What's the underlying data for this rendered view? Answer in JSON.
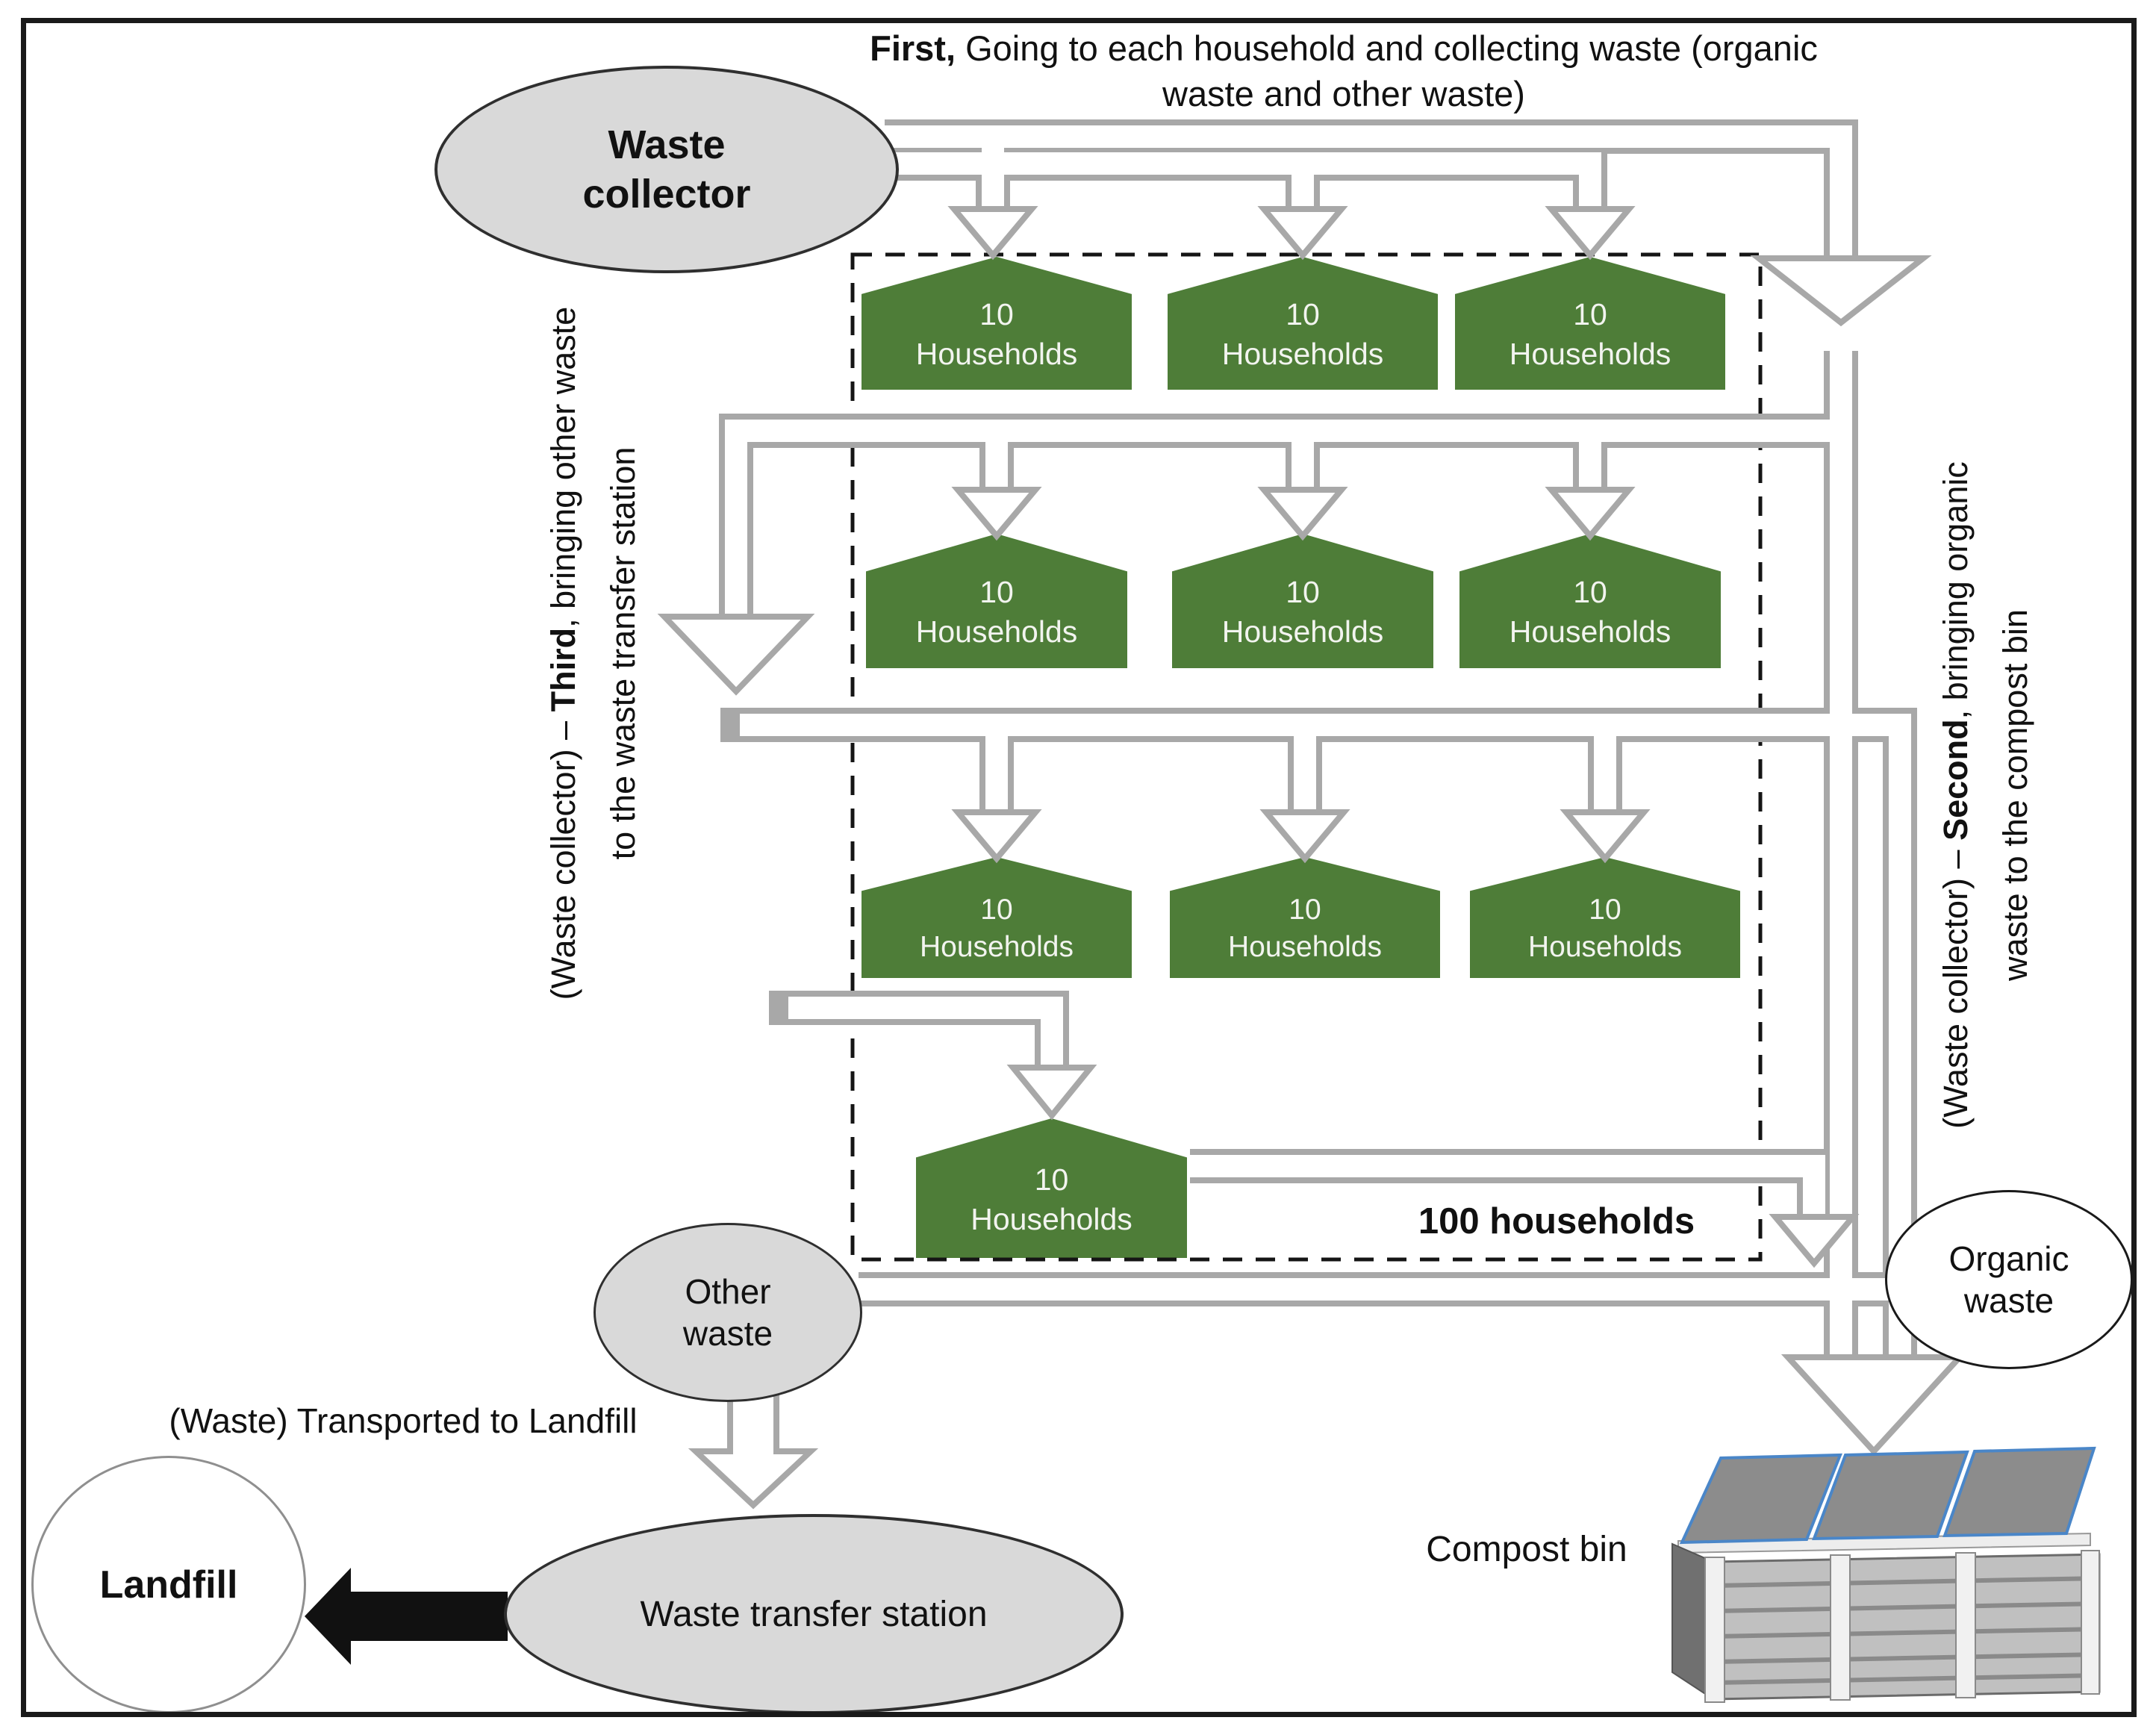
{
  "diagram_title": {
    "line1_bold": "First,",
    "line1_rest": " Going to each household and collecting waste (organic",
    "line2": "waste and other waste)"
  },
  "nodes": {
    "waste_collector_line1": "Waste",
    "waste_collector_line2": "collector",
    "other_waste_line1": "Other",
    "other_waste_line2": "waste",
    "organic_waste_line1": "Organic",
    "organic_waste_line2": "waste",
    "landfill": "Landfill",
    "waste_transfer_station": "Waste transfer station"
  },
  "houses": {
    "label_line1": "10",
    "label_line2": "Households",
    "group_total": "100 households",
    "house_count": "10"
  },
  "side_labels": {
    "third": {
      "pre": "(Waste collector) – ",
      "bold": "Third",
      "post": ", bringing other waste",
      "line2": "to the waste transfer station"
    },
    "second": {
      "pre": "(Waste collector) – ",
      "bold": "Second",
      "post": ", bringing organic",
      "line2": "waste to the compost bin"
    }
  },
  "annotations": {
    "to_landfill": "(Waste) Transported to Landfill",
    "compost_bin": "Compost bin"
  },
  "colors": {
    "house_green": "#4e7d38",
    "pipe_gray": "#a8a8a8",
    "node_fill": "#d9d9d9",
    "lid_gray": "#8c8c8c",
    "lid_blue": "#4a86c8",
    "arrow_black": "#111111"
  }
}
